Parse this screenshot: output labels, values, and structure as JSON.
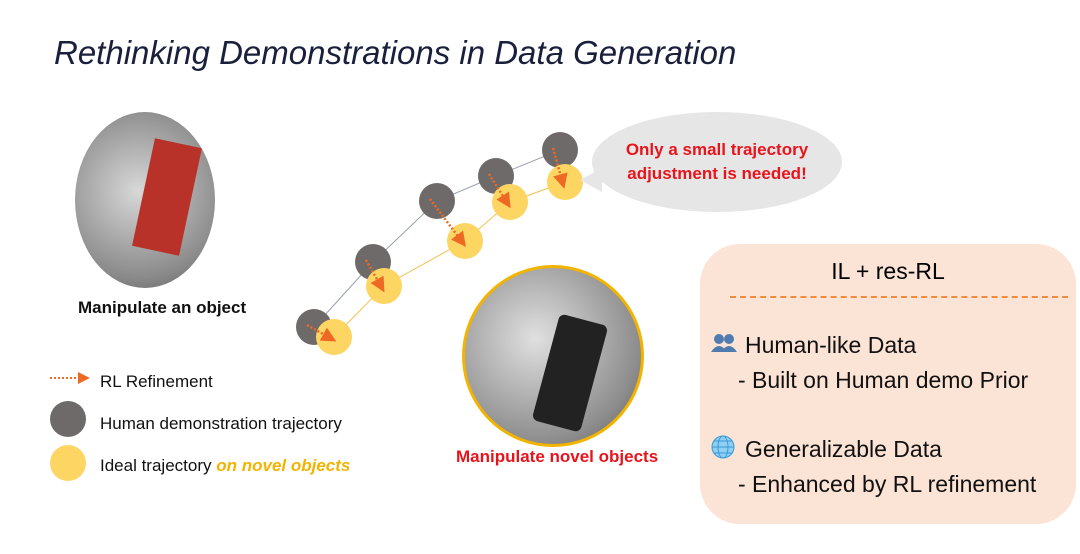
{
  "title": "Rethinking Demonstrations in Data Generation",
  "left_caption": "Manipulate an object",
  "right_caption": "Manipulate novel objects",
  "bubble": {
    "line1": "Only a small trajectory",
    "line2": "adjustment is needed!"
  },
  "legend": {
    "rl": "RL Refinement",
    "human": "Human demonstration trajectory",
    "ideal_prefix": "Ideal trajectory ",
    "ideal_suffix": "on novel objects"
  },
  "panel": {
    "heading": "IL + res-RL",
    "item1_title": "Human-like Data",
    "item1_sub": "- Built on Human demo Prior",
    "item2_title": "Generalizable Data",
    "item2_sub": "- Enhanced by RL refinement"
  },
  "colors": {
    "gray": "#6e6a69",
    "yellow": "#fdd563",
    "orange": "#ee6a24",
    "red": "#e8141c",
    "accent_yellow": "#f2b400",
    "panel": "#fbe3d5"
  }
}
